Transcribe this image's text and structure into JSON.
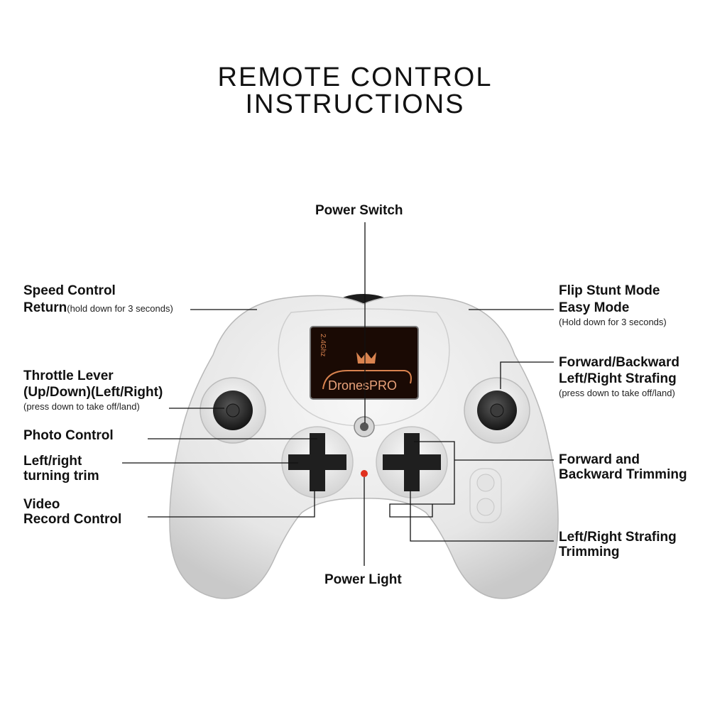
{
  "title": {
    "line1": "REMOTE CONTROL",
    "line2": "INSTRUCTIONS"
  },
  "labels": {
    "power_switch": "Power Switch",
    "speed_control": "Speed Control",
    "return_label": "Return",
    "return_note": "(hold down for 3 seconds)",
    "flip_stunt": "Flip Stunt Mode",
    "easy_mode": "Easy Mode",
    "easy_note": "(Hold down for 3 seconds)",
    "throttle_1": "Throttle Lever",
    "throttle_2": "(Up/Down)(Left/Right)",
    "throttle_note": "(press down to take off/land)",
    "fwd_back_1": "Forward/Backward",
    "fwd_back_2": "Left/Right Strafing",
    "fwd_back_note": "(press down to take off/land)",
    "photo": "Photo Control",
    "turn_trim_1": "Left/right",
    "turn_trim_2": "turning trim",
    "video_1": "Video",
    "video_2": "Record Control",
    "fb_trim_1": "Forward and",
    "fb_trim_2": "Backward Trimming",
    "strafe_trim_1": "Left/Right Strafing",
    "strafe_trim_2": "Trimming",
    "power_light": "Power Light"
  },
  "screen": {
    "brand_text": "DronesPRO",
    "band_text": "2.4Ghz"
  },
  "colors": {
    "body": "#ececec",
    "body_shadow": "#bdbdbd",
    "screen": "#1a0a04",
    "screen_accent": "#d9834f",
    "power_light": "#e0301e",
    "joystick": "#2b2b2b"
  }
}
